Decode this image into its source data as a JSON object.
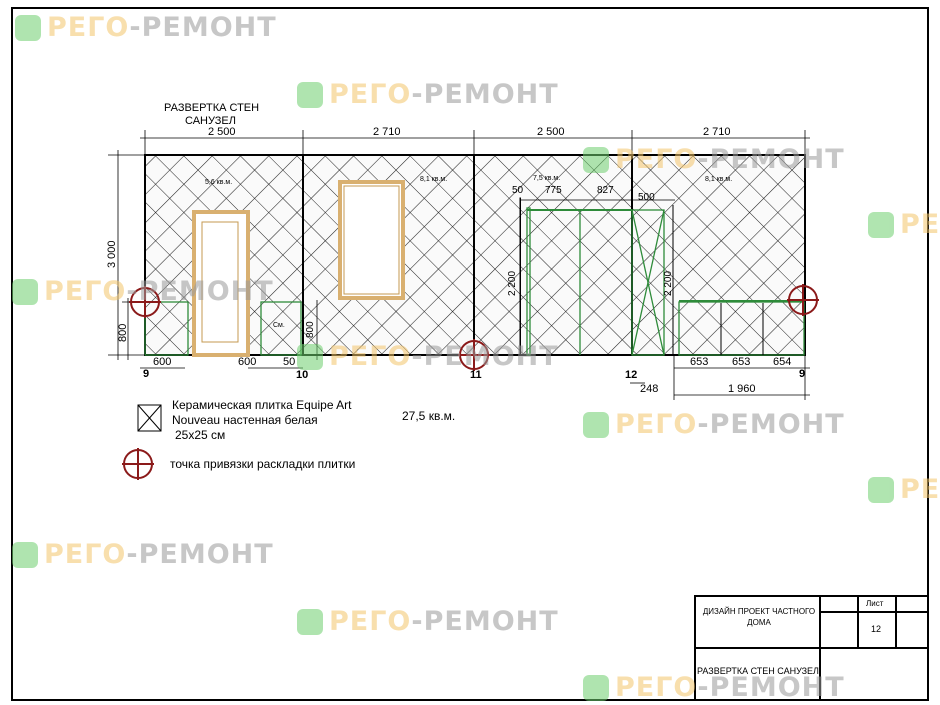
{
  "watermark": {
    "part1": "РЕГО",
    "part2": "-РЕМОНТ",
    "logo_color": "#6fcf6f"
  },
  "drawing": {
    "title_line1": "РАЗВЕРТКА СТЕН",
    "title_line2": "САНУЗЕЛ",
    "top_dims": [
      "2 500",
      "2 710",
      "2 500",
      "2 710"
    ],
    "height_dim": "3 000",
    "left_low_dim": "800",
    "inner_800": "800",
    "areas": [
      "5,6 кв.м.",
      "8,1 кв.м.",
      "7,5 кв.м.",
      "8,1 кв.м."
    ],
    "cm_label": "См.",
    "shower_dims": {
      "d50": "50",
      "d775": "775",
      "d827": "827",
      "d500": "500",
      "h1": "2 200",
      "h2": "2 200"
    },
    "bottom_dims": {
      "d600a": "600",
      "d600b": "600",
      "d50": "50",
      "d653a": "653",
      "d653b": "653",
      "d654": "654",
      "d248": "248",
      "d1960": "1 960"
    },
    "axis_labels": [
      "9",
      "10",
      "11",
      "12",
      "9"
    ]
  },
  "legend": {
    "tile_line1": "Керамическая плитка Equipe Art",
    "tile_line2": "Nouveau настенная белая",
    "tile_line3": "25x25 см",
    "total_area": "27,5 кв.м.",
    "anchor_label": "точка привязки раскладки плитки"
  },
  "title_block": {
    "project": "ДИЗАЙН ПРОЕКТ ЧАСТНОГО ДОМА",
    "sheet_label": "Лист",
    "sheet_number": "12",
    "drawing_name": "РАЗВЕРТКА СТЕН САНУЗЕЛ"
  },
  "colors": {
    "anchor": "#8b1a1a",
    "green": "#2e8b3a",
    "frame": "#c9a35a"
  }
}
